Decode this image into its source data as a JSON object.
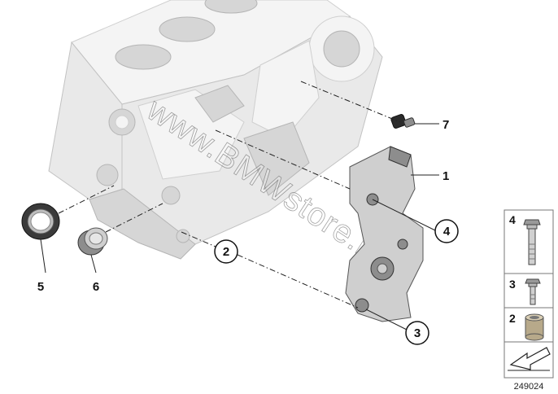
{
  "callouts": {
    "c1": "1",
    "c2": "2",
    "c3": "3",
    "c4": "4",
    "c5": "5",
    "c6": "6",
    "c7": "7"
  },
  "legend": {
    "item4": "4",
    "item3": "3",
    "item2": "2"
  },
  "diagram_id": "249024",
  "watermark": "www.BMWstore.by",
  "icons": {
    "nav_arrow": "arrow-down-left-icon"
  }
}
